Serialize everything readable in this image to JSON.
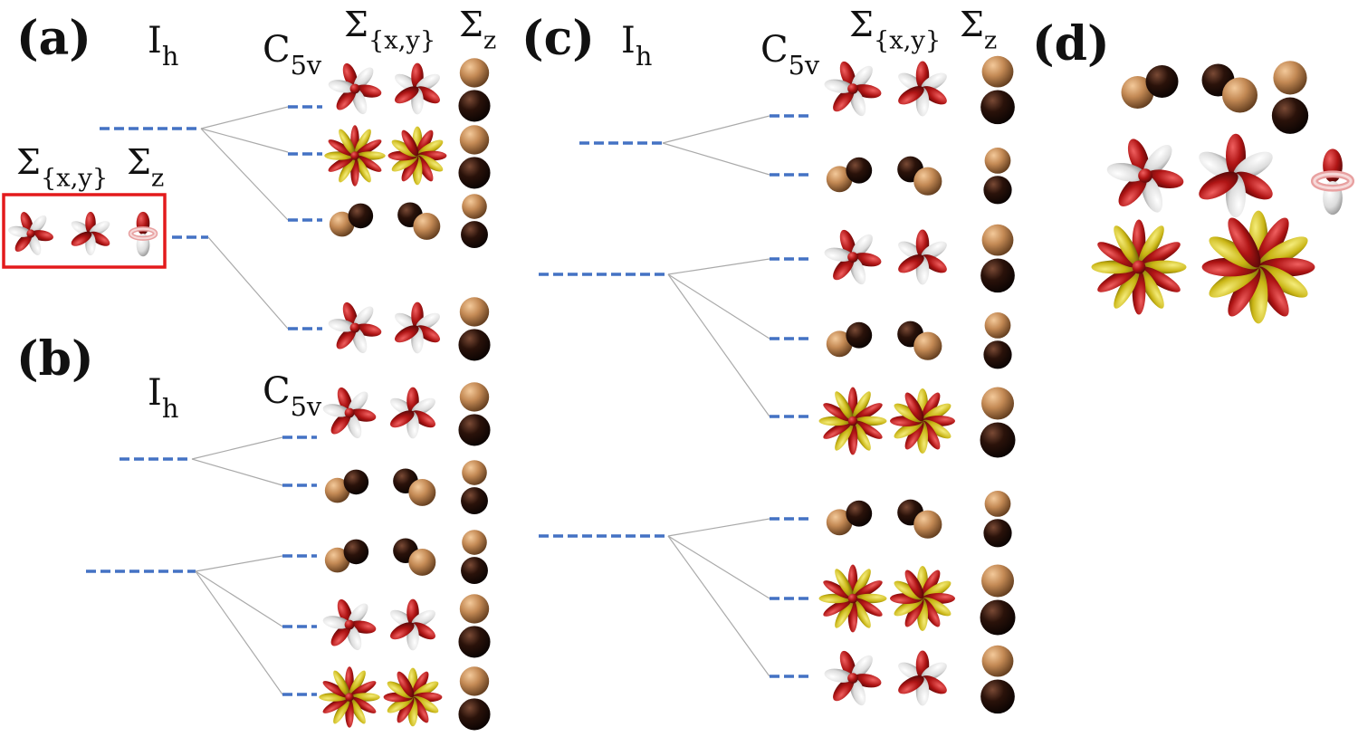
{
  "colors": {
    "level": "#4472c4",
    "connector": "#aaaaaa",
    "highlight": "#e31a1c",
    "lobe_red": "#b01515",
    "lobe_white": "#e6e6e6",
    "lobe_yellow": "#d4c21a",
    "sphere_tan": "#c48a55",
    "sphere_dark": "#2a120a"
  },
  "panels": {
    "a": {
      "label": "(a)",
      "group_label": "I",
      "group_sub": "h",
      "subgroup_label": "C",
      "subgroup_sub": "5v",
      "col1_label": "Σ",
      "col1_sub": "{x,y}",
      "col2_label": "Σ",
      "col2_sub": "z",
      "inset_col1_label": "Σ",
      "inset_col1_sub": "{x,y}",
      "inset_col2_label": "Σ",
      "inset_col2_sub": "z",
      "icons": [
        "pf",
        "dyn",
        "pz",
        "pf",
        "pf",
        "pz"
      ]
    },
    "b": {
      "label": "(b)",
      "group_label": "I",
      "group_sub": "h",
      "subgroup_label": "C",
      "subgroup_sub": "5v"
    },
    "c": {
      "label": "(c)",
      "group_label": "I",
      "group_sub": "h",
      "subgroup_label": "C",
      "subgroup_sub": "5v",
      "col1_label": "Σ",
      "col1_sub": "{x,y}",
      "col2_label": "Σ",
      "col2_sub": "z"
    },
    "d": {
      "label": "(d)"
    }
  }
}
